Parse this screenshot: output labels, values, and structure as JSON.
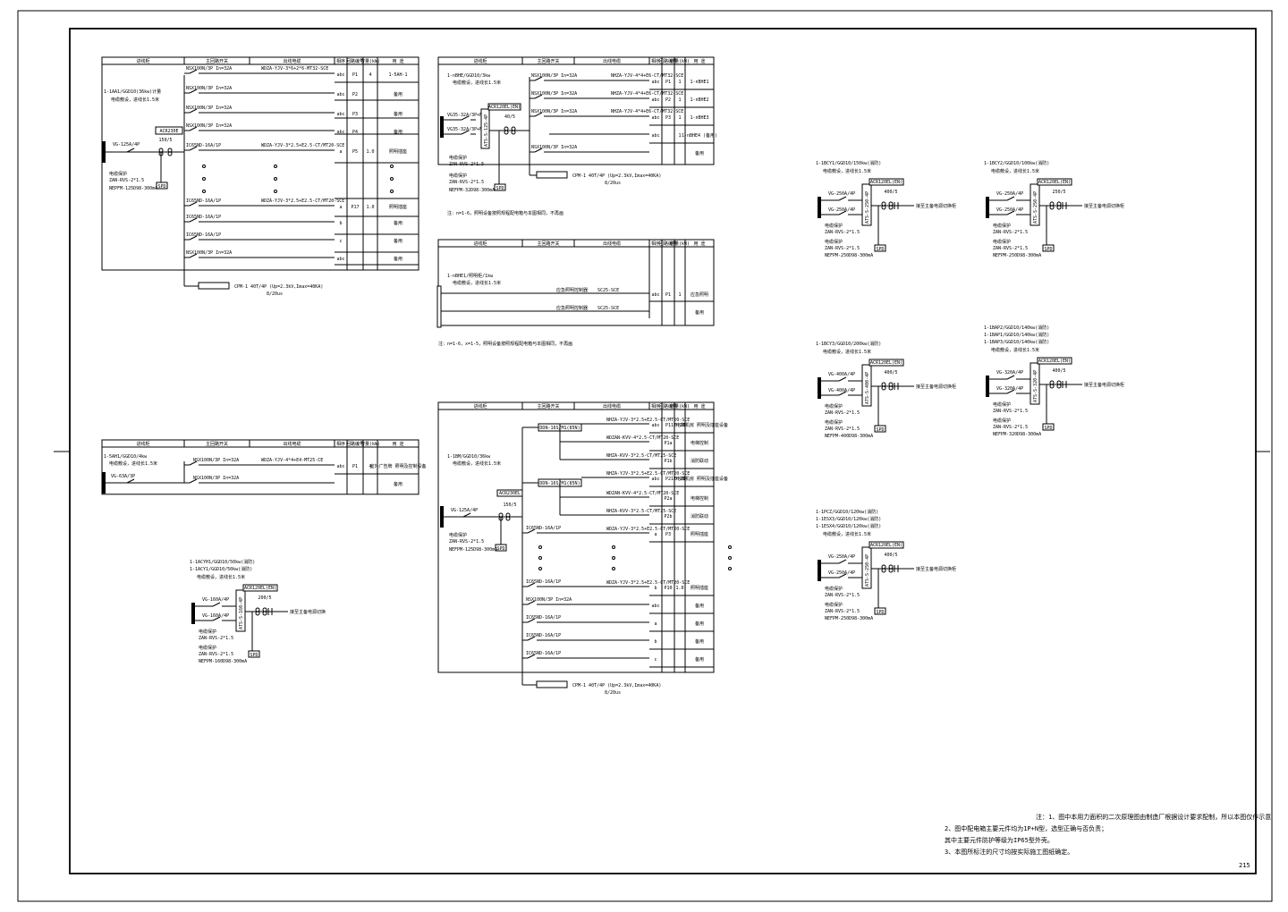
{
  "drawing": {
    "sheet_number": "215",
    "notes": [
      "注：1、图中本用力面积的二次原理图由制造厂根据设计要求配制，所以本图仅作示意",
      "2、图中配电箱主要元件均为1P+N型，选型正确与否负责；",
      "   其中主要元件防护等级为IP65型外壳。",
      "3、本图所标注的尺寸均按实际施工图纸确定。"
    ]
  },
  "panel_a": {
    "headers": [
      "进线柜",
      "主回路开关",
      "出线电缆",
      "相序",
      "回路编号",
      "容量(kW)",
      "用 途"
    ],
    "incoming_label": "1-1AA1/GGD10(36kw)计量",
    "incoming_sub": "电缆敷设，进线长1.5米",
    "main_breaker": "VG-125A/4P",
    "meter": "ACR230E",
    "ct": "150/5",
    "cable1": "电缆保护",
    "cable2": "ZAN-RVS-2*1.5",
    "cable3": "NEPFM-125D98-300mA",
    "spd": "SPD",
    "rows": [
      {
        "breaker": "NSX100N/3P In=32A",
        "cable": "WDZA-YJV-3*6+2*6-MT32-SCE",
        "phase": "abc",
        "loop": "P1",
        "kw": "4",
        "use": "1-5AH-1"
      },
      {
        "breaker": "NSX100N/3P In=32A",
        "cable": "",
        "phase": "abc",
        "loop": "P2",
        "kw": "",
        "use": "备用"
      },
      {
        "breaker": "NSX100N/3P In=32A",
        "cable": "",
        "phase": "abc",
        "loop": "P3",
        "kw": "",
        "use": "备用"
      },
      {
        "breaker": "NSX100N/3P In=32A",
        "cable": "",
        "phase": "abc",
        "loop": "P4",
        "kw": "",
        "use": "备用"
      },
      {
        "breaker": "IC65ND-16A/1P",
        "cable": "WDZA-YJV-3*2.5+E2.5-CT/MT20-SCE",
        "phase": "a",
        "loop": "P5",
        "kw": "1.0",
        "use": "照明插座"
      },
      {
        "breaker": "IC65ND-16A/1P",
        "cable": "WDZA-YJV-3*2.5+E2.5-CT/MT20-SCE",
        "phase": "a",
        "loop": "P17",
        "kw": "1.0",
        "use": "照明插座"
      },
      {
        "breaker": "IC65ND-16A/1P",
        "cable": "",
        "phase": "b",
        "loop": "",
        "kw": "",
        "use": "备用"
      },
      {
        "breaker": "IC65ND-16A/1P",
        "cable": "",
        "phase": "c",
        "loop": "",
        "kw": "",
        "use": "备用"
      },
      {
        "breaker": "NSX100N/3P In=32A",
        "cable": "",
        "phase": "abc",
        "loop": "",
        "kw": "",
        "use": "备用"
      }
    ],
    "foot": "CPM-1 40T/4P (Up=2.3kV,Imax=40KA)",
    "foot2": "8/20us"
  },
  "panel_b": {
    "headers": [
      "进线柜",
      "主回路开关",
      "出线电缆",
      "相序",
      "回路编号",
      "容量(kW)",
      "用 途"
    ],
    "incoming_label": "1-5AH1/GGD10/4kw",
    "incoming_sub": "电缆敷设，进线长1.5米",
    "main_breaker": "VG-63A/3P",
    "rows": [
      {
        "breaker": "NSX100N/3P In=32A",
        "cable": "WDZA-YJV-4*4+E4-MT25-CE",
        "phase": "abc",
        "loop": "P1",
        "kw": "4",
        "use": "室外广告牌 照明及控制设备"
      },
      {
        "breaker": "NSX100N/3P In=32A",
        "cable": "",
        "phase": "",
        "loop": "",
        "kw": "",
        "use": "备用"
      }
    ]
  },
  "panel_c": {
    "label1": "1-1ACYH1/GGD10/50kw(消防)",
    "label2": "1-1ACY1/GGD10/50kw(消防)",
    "sub": "电缆敷设，进线长1.5米",
    "b1": "VG-160A/4P",
    "b2": "VG-160A/4P",
    "meter": "ACR120EL(EN)",
    "ct": "200/5",
    "out": "接至主备电源切换",
    "ats": "ATS-S-160-4P",
    "c1": "电缆保护",
    "c2": "ZAN-RVS-2*1.5",
    "c3": "电缆保护",
    "c4": "ZAN-RVS-2*1.5",
    "c5": "NEFPM-160D98-300mA",
    "spd": "SPD"
  },
  "panel_d": {
    "headers": [
      "进线柜",
      "主回路开关",
      "出线电缆",
      "相序",
      "回路编号",
      "容量(kW)",
      "用 途"
    ],
    "label": "1-nBHE/GGD10/3kw",
    "sub": "电缆敷设，进线长1.5米",
    "b1": "VG35-32A/3P+N",
    "b2": "VG35-32A/3P+N",
    "ats": "ATS-S-125-4P",
    "meter": "ACR120EL(EN)",
    "ct": "40/5",
    "c1": "电缆保护",
    "c2": "ZAN-RVS-2*1.5",
    "c3": "电缆保护",
    "c4": "ZAN-RVS-2*1.5",
    "c5": "NEFPM-32D98-300mA",
    "spd": "SPD",
    "rows": [
      {
        "breaker": "NSX100N/3P In=32A",
        "cable": "NHZA-YJV-4*4+E6-CT/MT32-SCE",
        "phase": "abc",
        "loop": "P1",
        "kw": "1",
        "use": "1-nBHE1"
      },
      {
        "breaker": "NSX100N/3P In=32A",
        "cable": "NHZA-YJV-4*4+E6-CT/MT32-SCE",
        "phase": "abc",
        "loop": "P2",
        "kw": "1",
        "use": "1-nBHE2"
      },
      {
        "breaker": "NSX100N/3P In=32A",
        "cable": "NHZA-YJV-4*4+E6-CT/MT32-SCE",
        "phase": "abc",
        "loop": "P3",
        "kw": "1",
        "use": "1-nBHE3"
      },
      {
        "breaker": "",
        "cable": "",
        "phase": "abc",
        "loop": "",
        "kw": "1",
        "use": "1-nBHE4 (备用)"
      },
      {
        "breaker": "NSX100N/3P In=32A",
        "cable": "",
        "phase": "",
        "loop": "",
        "kw": "",
        "use": "备用"
      }
    ],
    "foot": "CPM-1 40T/4P (Up=2.3kV,Imax=40KA)",
    "foot2": "8/20us",
    "note": "注：n=1-6，照明设备按照规程配电箱与本图相同，不再画"
  },
  "panel_e": {
    "headers": [
      "进线柜",
      "主回路开关",
      "出线电缆",
      "相序",
      "回路编号",
      "容量(kW)",
      "用 途"
    ],
    "label": "1-nBHE1/照明柜/1kw",
    "sub": "电缆敷设，进线长1.5米",
    "rows": [
      {
        "device": "应急照明控制器",
        "cable": "SC25-SCE",
        "phase": "abc",
        "loop": "P1",
        "kw": "1",
        "use": "应急照明"
      },
      {
        "device": "应急照明控制器",
        "cable": "SC25-SCE",
        "phase": "",
        "loop": "",
        "kw": "",
        "use": "备用"
      }
    ],
    "note": "注：n=1-6，x=1-5，照明设备按照规程配电箱与本图相同，不再画"
  },
  "panel_f": {
    "headers": [
      "进线柜",
      "主回路开关",
      "出线电缆",
      "相序",
      "回路编号",
      "容量(kW)",
      "用 途"
    ],
    "label": "1-1BM/GGD10/36kw",
    "sub": "电缆敷设，进线长1.5米",
    "main_breaker": "VG-125A/4P",
    "meter": "ACR230EL",
    "ct": "150/5",
    "c1": "电缆保护",
    "c2": "ZAN-RVS-2*1.5",
    "c3": "NEFPM-125D98-300mA",
    "spd": "SPD",
    "dev1": "DDN-16S/M1(85N)",
    "dev2": "DDN-16S/M1(85N)",
    "rows": [
      {
        "breaker": "",
        "cable": "NHZA-YJV-3*2.5+E2.5-CT/MT20-SCE",
        "phase": "abc",
        "loop": "P1",
        "kw": "0.25",
        "use": "1F电梯机房 照明及插座设备"
      },
      {
        "breaker": "",
        "cable": "WDZAN-KVV-4*2.5-CT/MT20-SCE",
        "phase": "",
        "loop": "P1a",
        "kw": "",
        "use": "电梯控制"
      },
      {
        "breaker": "",
        "cable": "NHZA-KVV-3*2.5-CT/MT25-SCE",
        "phase": "",
        "loop": "P1b",
        "kw": "",
        "use": "消防联动"
      },
      {
        "breaker": "",
        "cable": "NHZA-YJV-3*2.5+E2.5-CT/MT20-SCE",
        "phase": "abc",
        "loop": "P2",
        "kw": "0.25",
        "use": "1F电梯机房 照明及插座设备"
      },
      {
        "breaker": "",
        "cable": "WDZAN-KVV-4*2.5-CT/MT20-SCE",
        "phase": "",
        "loop": "P2a",
        "kw": "",
        "use": "电梯控制"
      },
      {
        "breaker": "",
        "cable": "NHZA-KVV-3*2.5-CT/MT25-SCE",
        "phase": "",
        "loop": "P2b",
        "kw": "",
        "use": "消防联动"
      },
      {
        "breaker": "IC65ND-16A/1P",
        "cable": "WDZA-YJV-3*2.5+E2.5-CT/MT20-SCE",
        "phase": "a",
        "loop": "P3",
        "kw": "",
        "use": "照明插座"
      },
      {
        "breaker": "IC65ND-16A/1P",
        "cable": "WDZA-YJV-3*2.5+E2.5-CT/MT20-SCE",
        "phase": "b",
        "loop": "P10",
        "kw": "1.0",
        "use": "照明插座"
      },
      {
        "breaker": "NSX100N/3P In=32A",
        "cable": "",
        "phase": "abc",
        "loop": "",
        "kw": "",
        "use": "备用"
      },
      {
        "breaker": "IC65ND-16A/1P",
        "cable": "",
        "phase": "a",
        "loop": "",
        "kw": "",
        "use": "备用"
      },
      {
        "breaker": "IC65ND-16A/1P",
        "cable": "",
        "phase": "b",
        "loop": "",
        "kw": "",
        "use": "备用"
      },
      {
        "breaker": "IC65ND-16A/1P",
        "cable": "",
        "phase": "c",
        "loop": "",
        "kw": "",
        "use": "备用"
      }
    ],
    "foot": "CPM-1 40T/4P (Up=2.3kV,Imax=40KA)",
    "foot2": "8/20us"
  },
  "ats_units": [
    {
      "l1": "1-1BCY1/GGD10/150kw(消防)",
      "l2": "",
      "l3": "",
      "sub": "电缆敷设，进线长1.5米",
      "b1": "VG-250A/4P",
      "b2": "VG-250A/4P",
      "meter": "ACR120EL(EN)",
      "ct": "400/5",
      "out": "接至主备电源切换柜",
      "ats": "ATS-S-250-4P",
      "c1": "电缆保护",
      "c2": "ZAN-RVS-2*1.5",
      "c3": "电缆保护",
      "c4": "ZAN-RVS-2*1.5",
      "c5": "NEFPM-250D98-300mA",
      "spd": "SPD"
    },
    {
      "l1": "1-1BCY2/GGD10/100kw(消防)",
      "l2": "",
      "l3": "",
      "sub": "电缆敷设，进线长1.5米",
      "b1": "VG-250A/4P",
      "b2": "VG-250A/4P",
      "meter": "ACR120EL(EN)",
      "ct": "250/5",
      "out": "接至主备电源切换柜",
      "ats": "ATS-S-250-4P",
      "c1": "电缆保护",
      "c2": "ZAN-RVS-2*1.5",
      "c3": "电缆保护",
      "c4": "ZAN-RVS-2*1.5",
      "c5": "NEFPM-250D98-300mA",
      "spd": "SPD"
    },
    {
      "l1": "1-1BCY3/GGD10/200kw(消防)",
      "l2": "",
      "l3": "",
      "sub": "电缆敷设，进线长1.5米",
      "b1": "VG-400A/4P",
      "b2": "VG-400A/4P",
      "meter": "ACR120EL(EN)",
      "ct": "400/5",
      "out": "接至主备电源切换柜",
      "ats": "ATS-S-400-4P",
      "c1": "电缆保护",
      "c2": "ZAN-RVS-2*1.5",
      "c3": "电缆保护",
      "c4": "ZAN-RVS-2*1.5",
      "c5": "NEFPM-400D98-300mA",
      "spd": "SPD"
    },
    {
      "l1": "1-1BAP2/GGD10/140kw(消防)",
      "l2": "1-1BAP1/GGD10/140kw(消防)",
      "l3": "1-1BAP3/GGD10/140kw(消防)",
      "sub": "电缆敷设，进线长1.5米",
      "b1": "VG-320A/4P",
      "b2": "VG-320A/4P",
      "meter": "ACR120EL(EN)",
      "ct": "400/5",
      "out": "接至主备电源切换柜",
      "ats": "ATS-S-320-4P",
      "c1": "电缆保护",
      "c2": "ZAN-RVS-2*1.5",
      "c3": "电缆保护",
      "c4": "ZAN-RVS-2*1.5",
      "c5": "NEFPM-320D98-300mA",
      "spd": "SPD"
    },
    {
      "l1": "1-1PCZ/GGD10/120kw(消防)",
      "l2": "1-1ESX3/GGD10/120kw(消防)",
      "l3": "1-1ESX4/GGD10/120kw(消防)",
      "sub": "电缆敷设，进线长1.5米",
      "b1": "VG-250A/4P",
      "b2": "VG-250A/4P",
      "meter": "ACR120EL(EN)",
      "ct": "400/5",
      "out": "接至主备电源切换柜",
      "ats": "ATS-S-250-4P",
      "c1": "电缆保护",
      "c2": "ZAN-RVS-2*1.5",
      "c3": "电缆保护",
      "c4": "ZAN-RVS-2*1.5",
      "c5": "NEFPM-250D98-300mA",
      "spd": "SPD"
    }
  ]
}
